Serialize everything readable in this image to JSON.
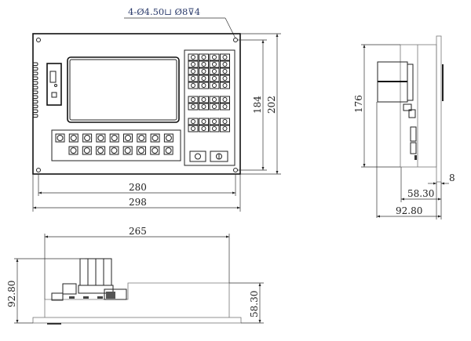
{
  "title_annotation": "4-Ø4.50⊔ Ø8⊽4",
  "front_view": {
    "width_holes": "280",
    "width_total": "298",
    "height_holes": "184",
    "height_total": "202",
    "bottom_keys_row1": 9,
    "bottom_keys_row2": 8,
    "keypad_columns": 4
  },
  "side_view": {
    "height": "176",
    "flange": "8",
    "body_depth": "58.30",
    "total_depth": "92.80"
  },
  "bottom_view": {
    "width": "265",
    "total_depth": "92.80",
    "body_depth": "58.30"
  }
}
